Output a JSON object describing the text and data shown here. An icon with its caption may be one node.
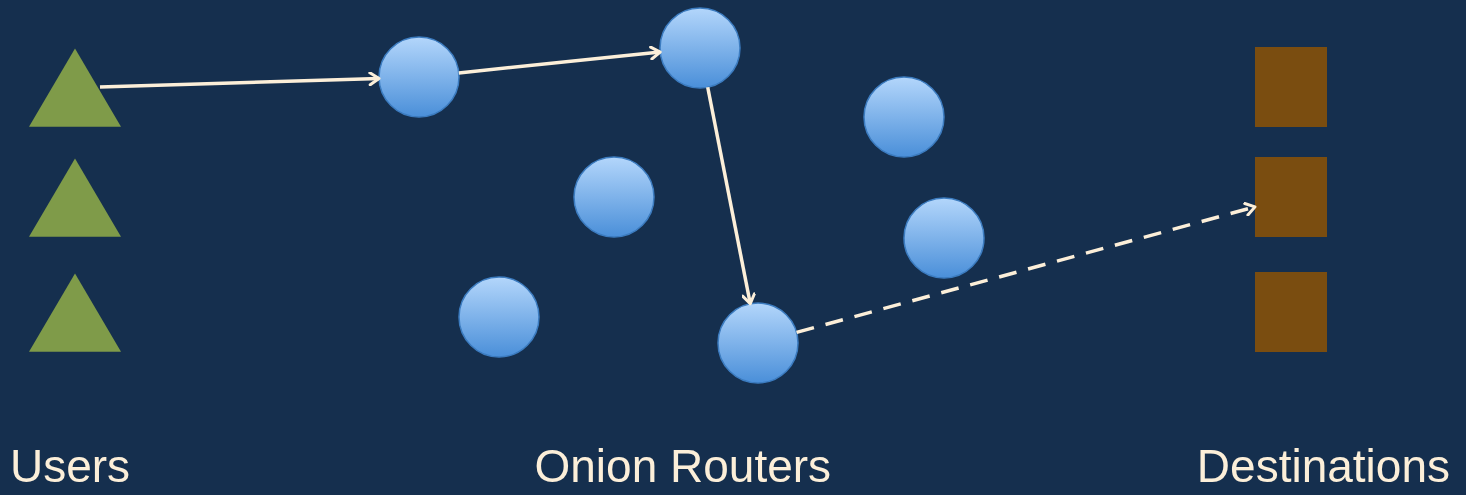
{
  "diagram": {
    "nodes": [
      {
        "text": [],
        "shape": "triangle"
      },
      {
        "text": [],
        "shape": "triangle"
      },
      {
        "text": [],
        "shape": "triangle"
      },
      {
        "text": [],
        "shape": "circle"
      },
      {
        "text": [],
        "shape": "circle"
      },
      {
        "text": [],
        "shape": "circle"
      },
      {
        "text": [],
        "shape": "circle"
      },
      {
        "text": [],
        "shape": "circle"
      },
      {
        "text": [],
        "shape": "circle"
      },
      {
        "text": [],
        "shape": "circle"
      },
      {
        "text": [],
        "shape": "box"
      },
      {
        "text": [],
        "shape": "box"
      },
      {
        "text": [],
        "shape": "box"
      }
    ],
    "edges": [
      {
        "from": 0,
        "to": 3,
        "arrow": "to"
      },
      {
        "from": 3,
        "to": 6,
        "arrow": "to"
      },
      {
        "from": 6,
        "to": 7,
        "arrow": "to"
      },
      {
        "from": 7,
        "to": 11,
        "arrow": "to",
        "style": "dashed"
      }
    ],
    "labels": [
      "Users",
      "Onion Routers",
      "Destinations"
    ]
  }
}
